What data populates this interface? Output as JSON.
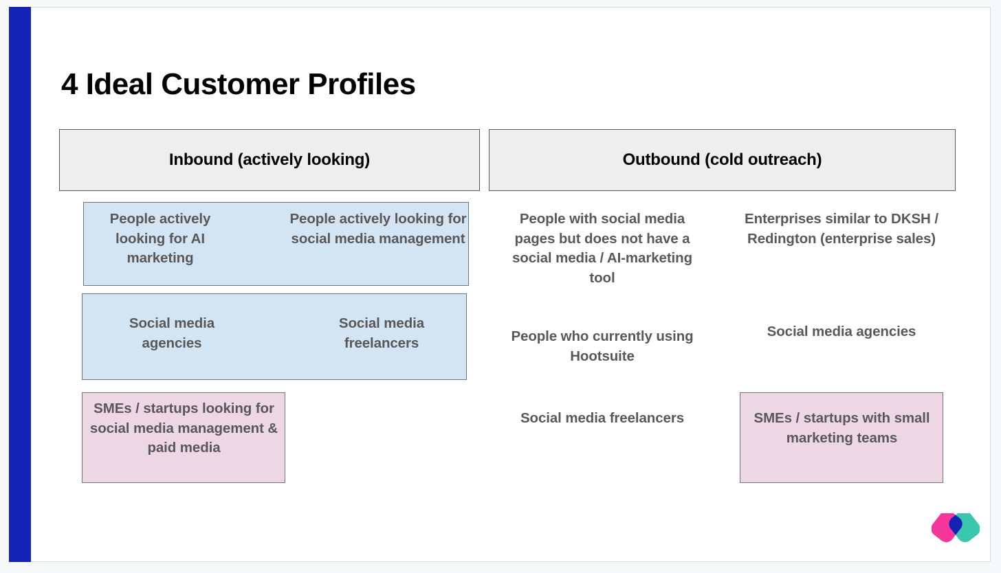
{
  "slide": {
    "title": "4 Ideal Customer Profiles",
    "accent_color": "#1423b4",
    "background_color": "#ffffff",
    "page_background_color": "#f7f8fa"
  },
  "columns": [
    {
      "id": "inbound",
      "header": "Inbound (actively looking)",
      "header_bg": "#eeeeee"
    },
    {
      "id": "outbound",
      "header": "Outbound (cold outreach)",
      "header_bg": "#eeeeee"
    }
  ],
  "inbound": {
    "rows": [
      {
        "highlight": "blue",
        "highlight_color": "#d3e4f3",
        "cells": [
          "People actively looking for AI marketing",
          "People actively looking for social media management"
        ]
      },
      {
        "highlight": "blue",
        "highlight_color": "#d3e4f3",
        "cells": [
          "Social media agencies",
          "Social media freelancers"
        ]
      },
      {
        "highlight": "pink",
        "highlight_color": "#eed7e5",
        "cells": [
          "SMEs / startups looking for social media management & paid media",
          ""
        ]
      }
    ]
  },
  "outbound": {
    "rows": [
      {
        "highlight": "none",
        "cells": [
          "People with social media pages but does not have a social media / AI-marketing tool",
          "Enterprises similar to DKSH / Redington (enterprise sales)"
        ]
      },
      {
        "highlight": "none",
        "cells": [
          "People who currently using Hootsuite",
          "Social media agencies"
        ]
      },
      {
        "highlight": "pink-right",
        "highlight_color": "#eed7e5",
        "cells": [
          "Social media freelancers",
          "SMEs / startups with small marketing teams"
        ]
      }
    ]
  },
  "logo": {
    "name": "brand-logo",
    "colors": {
      "pink": "#f6369b",
      "teal": "#3ac7ae",
      "blue": "#1423b4"
    }
  }
}
